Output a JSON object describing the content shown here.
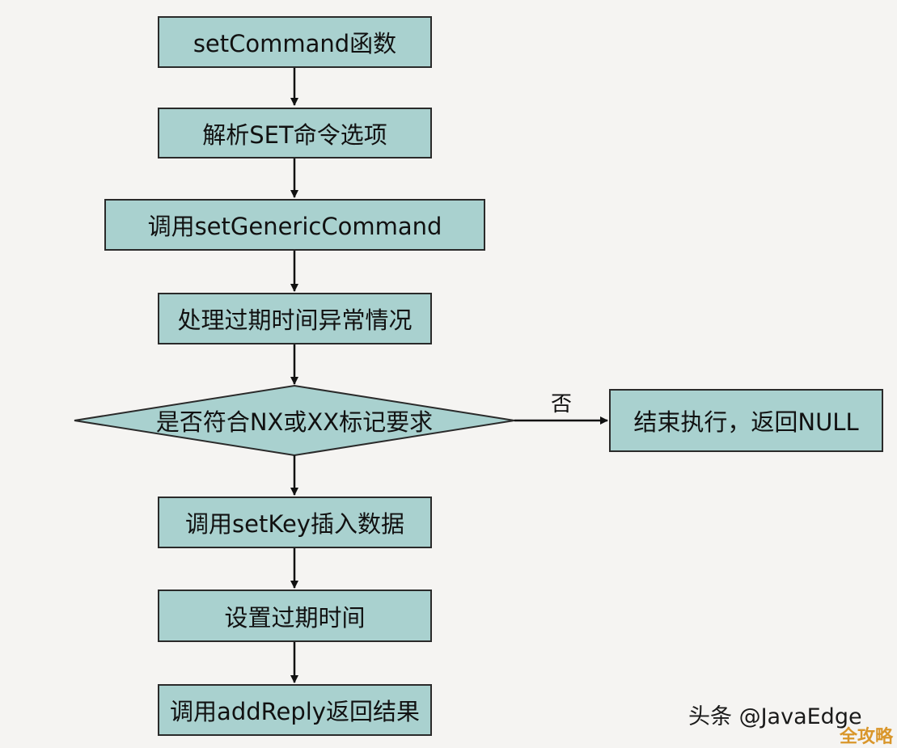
{
  "flowchart": {
    "steps": [
      "setCommand函数",
      "解析SET命令选项",
      "调用setGenericCommand",
      "处理过期时间异常情况"
    ],
    "decision": "是否符合NX或XX标记要求",
    "no_label": "否",
    "no_branch": "结束执行，返回NULL",
    "after_steps": [
      "调用setKey插入数据",
      "设置过期时间",
      "调用addReply返回结果"
    ]
  },
  "watermark": "头条 @JavaEdge",
  "logo": "全攻略",
  "colors": {
    "box_fill": "#a9d1cf",
    "border": "#2a2a2a",
    "background": "#f5f4f2"
  }
}
